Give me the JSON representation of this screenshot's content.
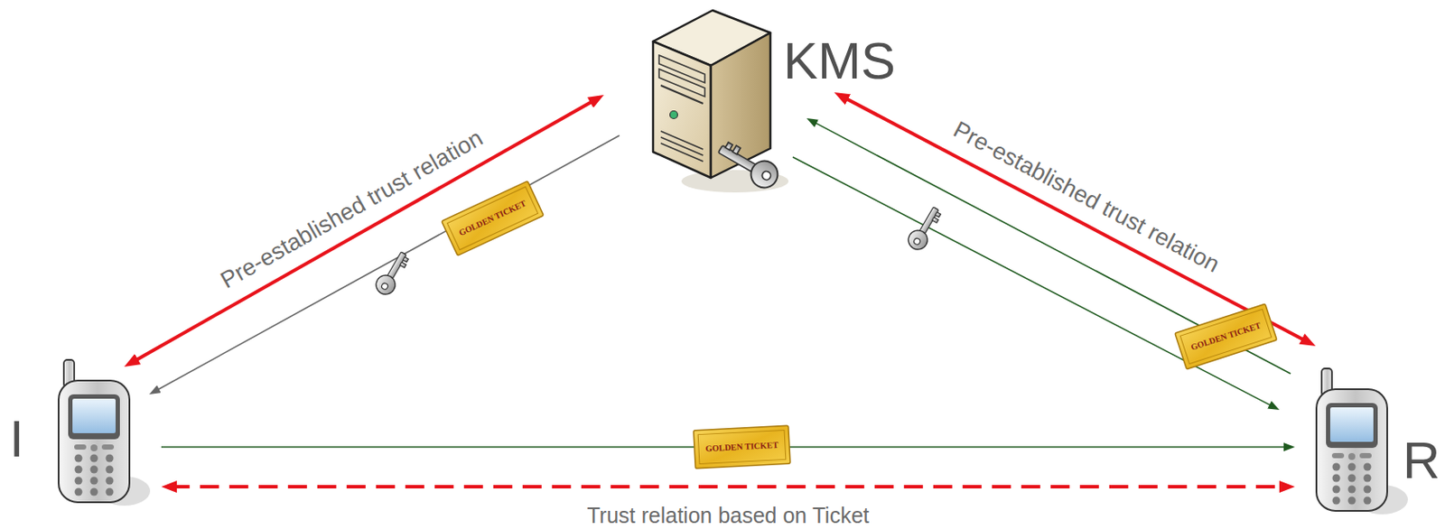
{
  "diagram": {
    "nodes": [
      {
        "text": [
          "KMS"
        ]
      },
      {
        "text": [
          "I"
        ]
      },
      {
        "text": [
          "R"
        ]
      }
    ],
    "edges": [
      {
        "from": 1,
        "to": 0,
        "arrow": "both",
        "label": "Pre-established trust relation"
      },
      {
        "from": 0,
        "to": 1,
        "arrow": "to"
      },
      {
        "from": 0,
        "to": 2,
        "arrow": "both",
        "label": "Pre-established trust relation"
      },
      {
        "from": 2,
        "to": 0,
        "arrow": "to"
      },
      {
        "from": 0,
        "to": 2,
        "arrow": "to"
      },
      {
        "from": 1,
        "to": 2,
        "arrow": "to"
      },
      {
        "from": 1,
        "to": 2,
        "arrow": "both",
        "label": "Trust relation based on Ticket"
      }
    ],
    "labels": [
      "GOLDEN TICKET",
      "GOLDEN TICKET",
      "GOLDEN TICKET"
    ]
  }
}
